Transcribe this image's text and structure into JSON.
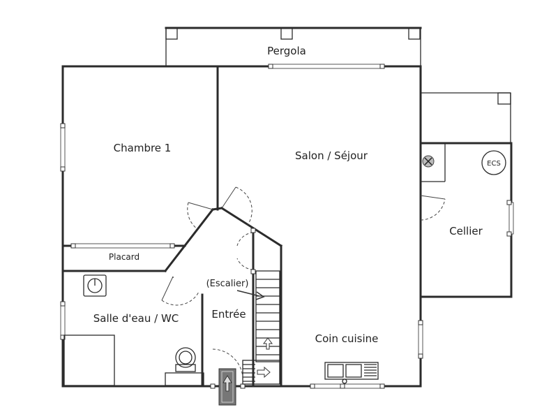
{
  "rooms": {
    "pergola": "Pergola",
    "chambre": "Chambre 1",
    "salon": "Salon / Séjour",
    "cellier": "Cellier",
    "ecs": "ECS",
    "placard": "Placard",
    "escalier": "(Escalier)",
    "salle_eau": "Salle d'eau / WC",
    "entree": "Entrée",
    "cuisine": "Coin cuisine"
  }
}
